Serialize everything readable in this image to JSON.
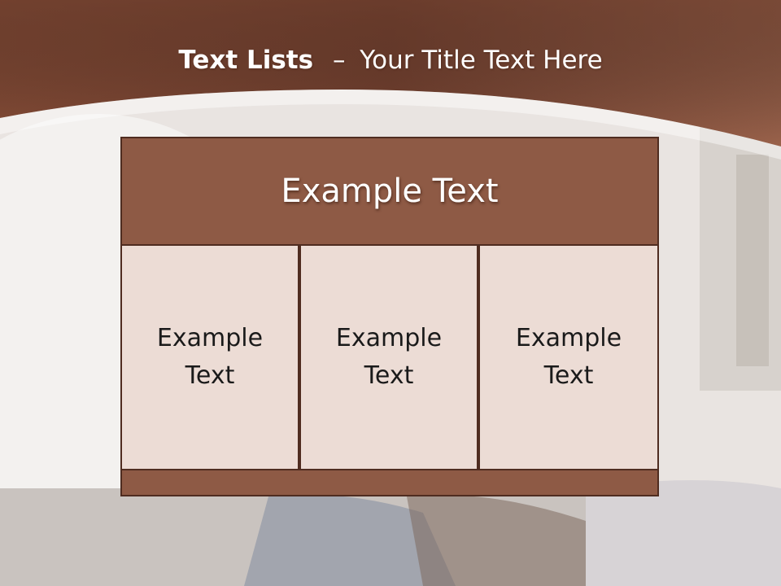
{
  "slide": {
    "title_bold": "Text Lists",
    "title_dash": "–",
    "title_rest": "Your Title Text Here"
  },
  "table": {
    "header": "Example Text",
    "cells": [
      {
        "label": "Example Text"
      },
      {
        "label": "Example Text"
      },
      {
        "label": "Example Text"
      }
    ]
  },
  "colors": {
    "header_brown": "#8e5a45",
    "border_brown": "#4f2c20",
    "cell_fill": "#ecdcd5"
  }
}
